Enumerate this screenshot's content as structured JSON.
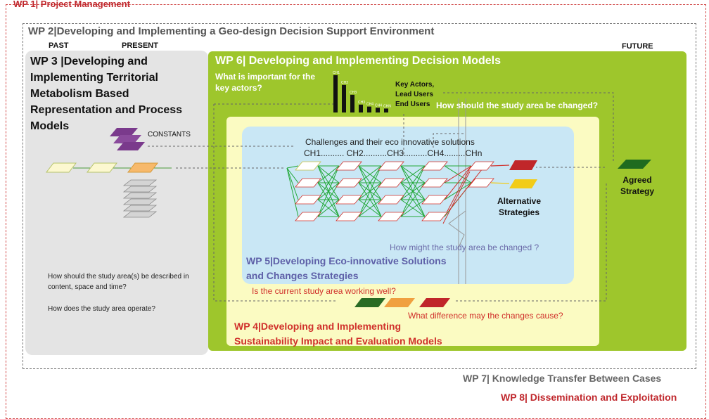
{
  "wp1": {
    "title": "WP 1| Project Management"
  },
  "wp2": {
    "title": "WP 2|Developing and Implementing  a Geo-design Decision Support Environment"
  },
  "timeline": {
    "past": "PAST",
    "present": "PRESENT",
    "future": "FUTURE"
  },
  "wp3": {
    "title": "WP 3 |Developing and Implementing Territorial Metabolism Based Representation and Process Models",
    "constants_label": "CONSTANTS",
    "question_1": "How should the study area(s) be described in content, space and time?",
    "question_2": "How does the study area operate?"
  },
  "wp6": {
    "title": "WP 6| Developing and Implementing Decision Models",
    "question_important": "What is important for the key  actors?",
    "actors_1": "Key Actors,",
    "actors_2": "Lead Users",
    "actors_3": "End Users",
    "question_change": "How should the study area be changed?",
    "bar_labels": [
      "CH1",
      "CH2",
      "CH3",
      "CH3",
      "CH4",
      "CH4",
      "CHN"
    ],
    "bar_levels": [
      0.95,
      0.7,
      0.45,
      0.2,
      0.15,
      0.12,
      0.1
    ]
  },
  "wp5": {
    "challenges_title": "Challenges and their eco innovative solutions",
    "challenges_row": "CH1.......... CH2..........CH3..........CH4.........CHn",
    "title_line1": "WP 5|Developing Eco-innovative Solutions",
    "title_line2": "and Changes Strategies",
    "question_might": "How might the study area be changed ?"
  },
  "alternative_strategies": "Alternative Strategies",
  "agreed_strategy": "Agreed Strategy",
  "wp4": {
    "question_working": "Is the current study area working well?",
    "question_difference": "What difference may the changes cause?",
    "title_line1": "WP 4|Developing and Implementing",
    "title_line2": "Sustainability Impact and Evaluation Models"
  },
  "wp7": {
    "title": "WP 7| Knowledge Transfer Between Cases"
  },
  "wp8": {
    "title": "WP 8| Dissemination and Exploitation"
  },
  "colors": {
    "wp6_green": "#9ec62c",
    "wp4_yellow": "#fbfbc2",
    "wp5_blue": "#c9e7f5",
    "wp3_gray": "#e4e4e4",
    "red": "#c0282d",
    "purple": "#7a3a8c",
    "network_green": "#22a838",
    "dark_green": "#1f6b1f"
  }
}
